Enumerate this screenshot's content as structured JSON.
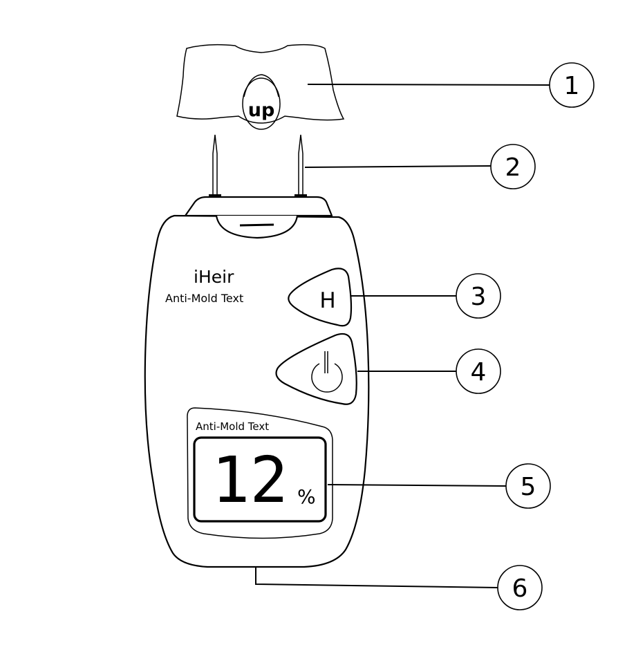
{
  "diagram": {
    "cap_label": "up",
    "brand": "iHeir",
    "subtitle": "Anti-Mold Text",
    "button_h_label": "H",
    "display_label": "Anti-Mold Text",
    "reading_value": "12",
    "reading_unit": "%",
    "callouts": [
      "1",
      "2",
      "3",
      "4",
      "5",
      "6"
    ],
    "icons": {
      "power": "power-icon"
    }
  }
}
